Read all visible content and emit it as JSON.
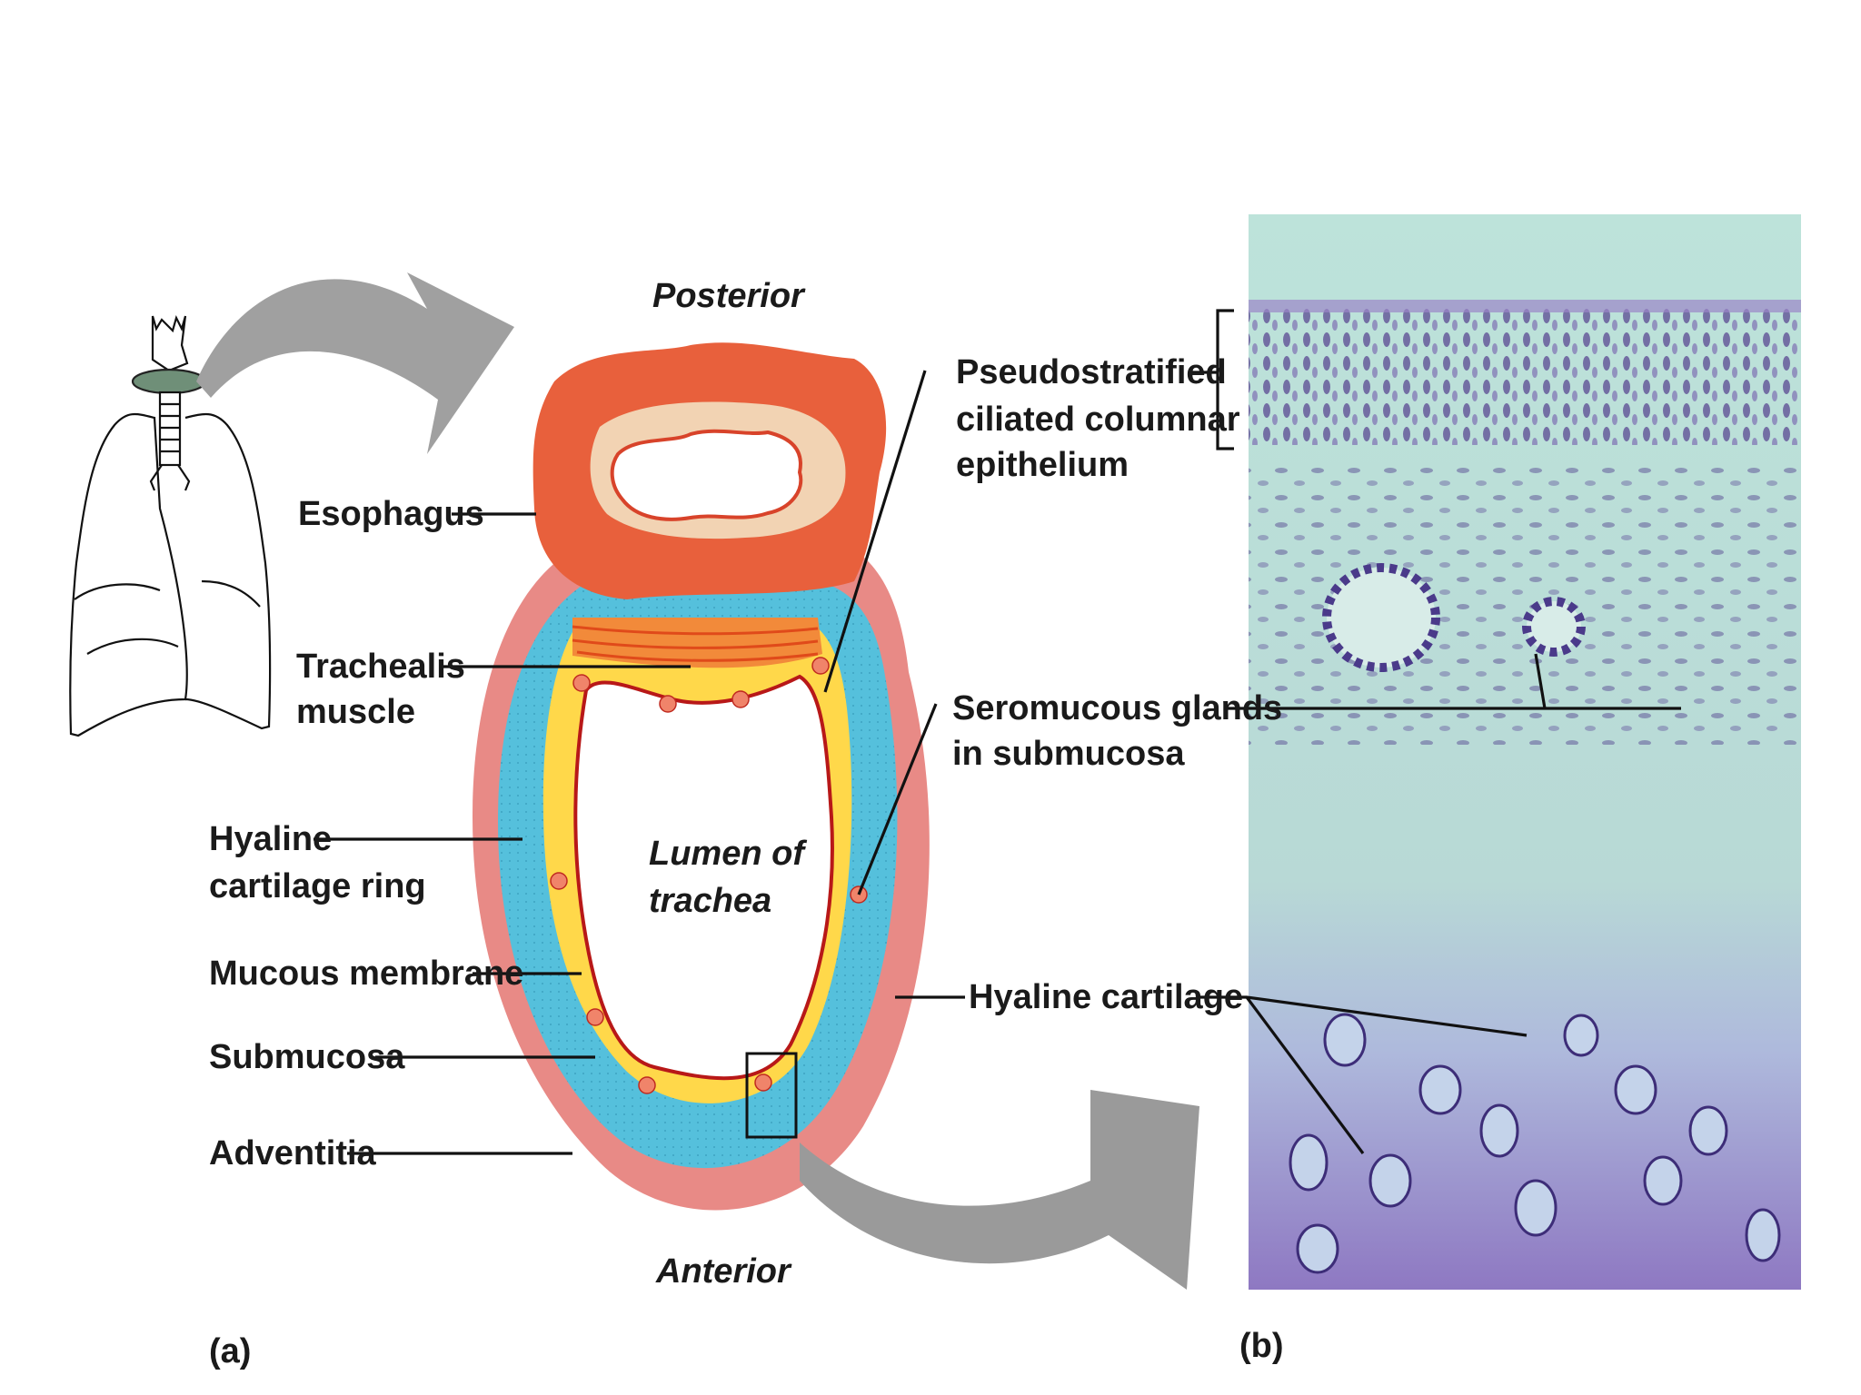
{
  "labels": {
    "posterior": "Posterior",
    "anterior": "Anterior",
    "lumen_line1": "Lumen of",
    "lumen_line2": "trachea",
    "esophagus": "Esophagus",
    "trachealis_line1": "Trachealis",
    "trachealis_line2": "muscle",
    "hyaline_ring_line1": "Hyaline",
    "hyaline_ring_line2": "cartilage ring",
    "mucous_membrane": "Mucous membrane",
    "submucosa": "Submucosa",
    "adventitia": "Adventitia",
    "pseudo_line1": "Pseudostratified",
    "pseudo_line2": "ciliated columnar",
    "pseudo_line3": "epithelium",
    "seromucous_line1": "Seromucous glands",
    "seromucous_line2": "in submucosa",
    "hyaline_cartilage": "Hyaline cartilage",
    "panel_a": "(a)",
    "panel_b": "(b)"
  },
  "colors": {
    "esophagus_outer": "#e8603c",
    "esophagus_inner": "#f2d3b3",
    "adventitia": "#e88a86",
    "cartilage": "#55c0dc",
    "submucosa": "#ffd84a",
    "mucosa_line": "#b81818",
    "arrow": "#9a9a9a",
    "micrograph_bg": "#b9ddd6",
    "micrograph_nuclei": "#5a3c8c"
  }
}
